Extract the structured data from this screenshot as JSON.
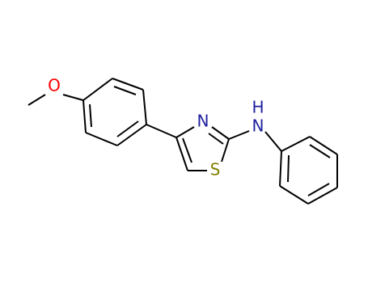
{
  "molecule": {
    "colors": {
      "carbon": "#000000",
      "oxygen": "#ff0000",
      "nitrogen": "#1f1f9f",
      "sulfur": "#808000"
    },
    "atoms": {
      "oxygen": "O",
      "thiazole_nitrogen": "N",
      "amine_nitrogen": "N",
      "amine_hydrogen": "H",
      "sulfur": "S"
    }
  }
}
